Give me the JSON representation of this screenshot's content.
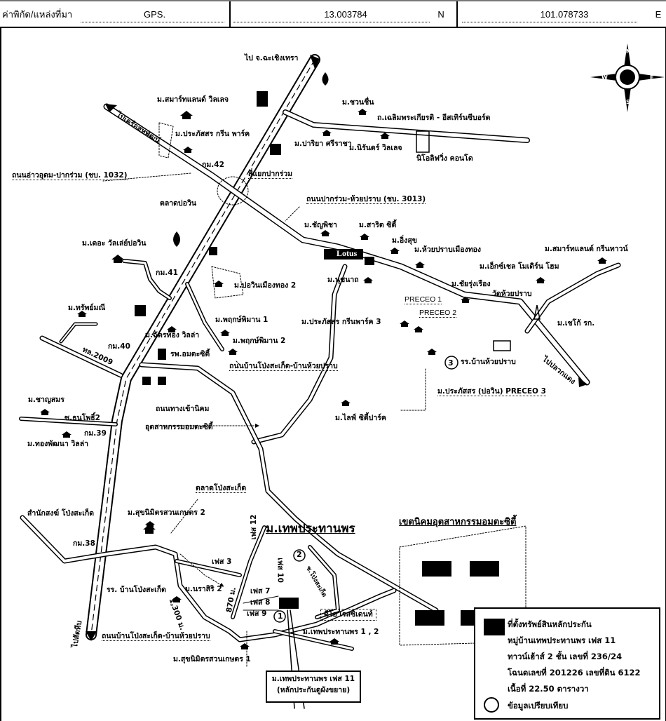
{
  "header": {
    "label": "ค่าพิกัด/แหล่งที่มา",
    "source": "GPS.",
    "latitude": "13.003784",
    "lat_dir": "N",
    "longitude": "101.078733",
    "lon_dir": "E"
  },
  "compass": {
    "n": "N",
    "s": "S",
    "e": "E",
    "w": "W"
  },
  "labels": {
    "to_chachoengsao": "ไป จ.ฉะเชิงเทรา",
    "to_kritsana": "ไปเครือสหพัฒน์",
    "smart_land_village": "ม.สมาร์ทแลนด์ วิลเลจ",
    "prakasit_green_park": "ม.ประภัสสร กรีน พาร์ค",
    "road_1032": "ถนนอ่าวอุดม-ปากร่วม (ชบ. 1032)",
    "km42": "กม.42",
    "pak_ruam_junction": "สี่แยกปากร่วม",
    "bo_win_market": "ตลาดบ่อวิน",
    "chuan_chuen": "ม.ชวนชื่น",
    "chaloem_road": "ถ.เฉลิมพระเกียรติ - อีสเทิร์นซีบอร์ด",
    "pariya": "ม.ปาริยา ศรีราชา",
    "nirun": "ม.นิรันดร์ วิลเลจ",
    "condo": "นิโอลิฟวิ่ง คอนโด",
    "road_3013": "ถนนปากร่วม-ห้วยปราบ (ชบ. 3013)",
    "the_valley": "ม.เดอะ วัลเล่ย์บ่อวิน",
    "km41": "กม.41",
    "bowin_muangthong2": "ม.บ่อวินเมืองทอง 2",
    "chanphisa": "ม.ชัญพิชา",
    "sarit_city": "ม.สาริต ซิตี้",
    "ingsuk": "ม.อิ่งสุข",
    "huaiprab_muangthong": "ม.ห้วยปราบเมืองทอง",
    "lotus": "Lotus",
    "nuchanart": "ม.นุชนาถ",
    "smart_land_greentown": "ม.สมาร์ทแลนด์ กรีนทาวน์",
    "exchange_modern_home": "ม.เอ็กซ์เชล โมเดิร์น โฮม",
    "wat_huaiprab": "วัดห้วยปราบ",
    "chairungrueang": "ม.ชัยรุ่งเรือง",
    "preceo1": "PRECEO 1",
    "preceo2": "PRECEO 2",
    "sap_mani": "ม.ทรัพย์มณี",
    "prakasit_greenpark3": "ม.ประภัสสร กรีนพาร์ค 3",
    "chewa_ko": "ม.เชโก้ รก.",
    "phruksa1": "ม.พฤกษ์พิมาน 1",
    "chatthong_villa": "ม.ฉัตรทอง วิลล่า",
    "phruksa2": "ม.พฤกษ์พิมาน 2",
    "km40": "กม.40",
    "tl2009": "ทล.2009",
    "hospital": "รพ.อมตะซิตี้",
    "road_pongsaket_huaiprab": "ถนนบ้านโป่งสะเก็ด-บ้านห้วยปราบ",
    "school_huaiprab": "รร.บ้านห้วยปราบ",
    "to_pluak_daeng": "ไปปลวกแดง",
    "marker3": "3",
    "prakasit_bowin_preceo3": "ม.ประภัสสร (บ่อวิน) PRECEO 3",
    "charnsomorn": "ม.ชาญสมร",
    "soi_thanphochai2": "ซ.ธนโพธิ์2",
    "km39": "กม.39",
    "thongphatthana": "ม.ทองพัฒนา วิลล่า",
    "industrial_road_1": "ถนนทางเข้านิคม",
    "industrial_road_2": "อุตสาหกรรมอมตะซิตี้",
    "life_city_park": "ม.ไลฟ์ ซิตี้ปาร์ค",
    "pongsaket_market": "ตลาดโป่งสะเก็ด",
    "sangha_office": "สำนักสงฆ์ โป่งสะเก็ด",
    "suknimit2": "ม.สุขนิมิตรสวนเกษตร 2",
    "km38": "กม.38",
    "thepprathanporn_title": "ม.เทพประทานพร",
    "phase3": "เฟส 3",
    "phase12": "เฟส 12",
    "phase10": "เฟส 10",
    "soi_road": "ซ.โป่งสะเก็ด",
    "marker2": "2",
    "school_pongsaket": "รร. บ้านโป่งสะเก็ด",
    "narasiri2": "ม.นราสิริ 2",
    "dist_870": "870 ม.",
    "dist_1300": "1,300 ม.",
    "phase7": "เฟส 7",
    "phase8": "เฟส 8",
    "phase9": "เฟส 9",
    "marker1": "1",
    "dio_residence": "ดีโอ เรสซิเดนท์",
    "to_sattahip": "ไปสัตหีบ",
    "road_pongsaket_huaiprab2": "ถนนบ้านโป่งสะเก็ด-บ้านห้วยปราบ",
    "thepprathanporn12": "ม.เทพประทานพร 1 , 2",
    "suknimit1": "ม.สุขนิมิตรสวนเกษตร 1",
    "subject_line1": "ม.เทพประทานพร เฟส 11",
    "subject_line2": "(หลักประกันดูผังขยาย)",
    "industrial_zone": "เขตนิคมอุตสาหกรรมอมตะซิตี้"
  },
  "legend": {
    "line1": "ที่ตั้งทรัพย์สินหลักประกัน",
    "line2": "หมู่บ้านเทพประทานพร เฟส 11",
    "line3": "ทาวน์เฮ้าส์ 2 ชั้น  เลขที่ 236/24",
    "line4": "โฉนดเลขที่  201226 เลขที่ดิน 6122",
    "line5": "เนื้อที่ 22.50 ตารางวา",
    "line6": "ข้อมูลเปรียบเทียบ"
  }
}
